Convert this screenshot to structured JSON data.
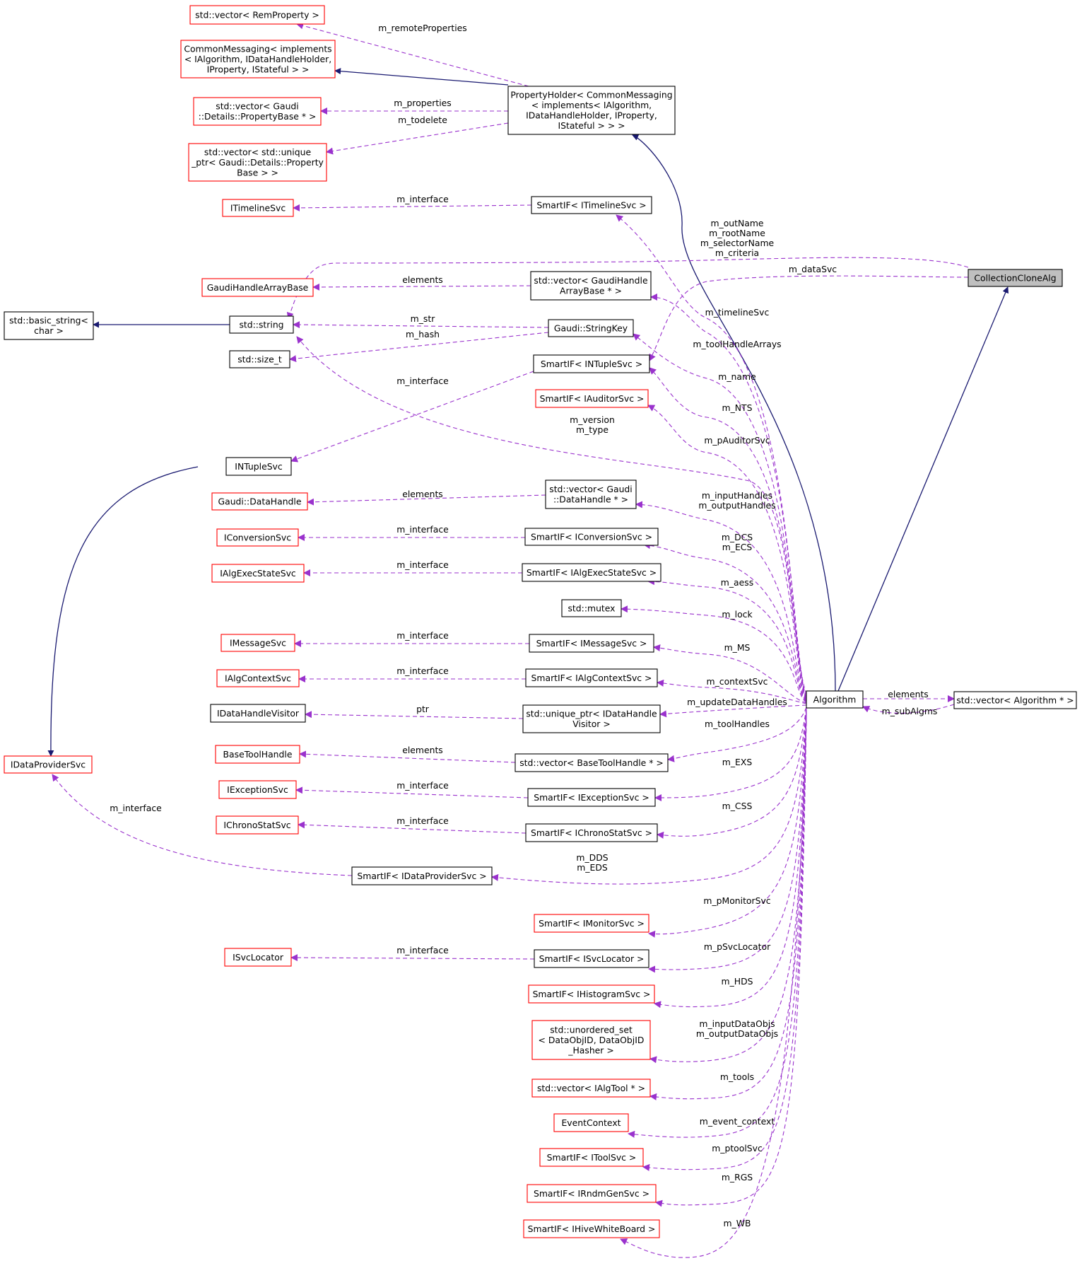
{
  "title": "",
  "colors": {
    "inheritance": "#191970",
    "usage": "#9a32cd",
    "incomplete_border": "#ff0000",
    "focus_fill": "#bfbfbf"
  },
  "nodes": [
    {
      "id": "remprop",
      "lines": [
        "std::vector< RemProperty >"
      ],
      "red": true
    },
    {
      "id": "commsg",
      "lines": [
        "CommonMessaging< implements",
        "< IAlgorithm, IDataHandleHolder,",
        "IProperty, IStateful > >"
      ],
      "red": true
    },
    {
      "id": "vecpropbase",
      "lines": [
        "std::vector< Gaudi",
        "::Details::PropertyBase * >"
      ],
      "red": true
    },
    {
      "id": "vecunique",
      "lines": [
        "std::vector< std::unique",
        "_ptr< Gaudi::Details::Property",
        "Base > >"
      ],
      "red": true
    },
    {
      "id": "itimeline",
      "lines": [
        "ITimelineSvc"
      ],
      "red": true
    },
    {
      "id": "ghab",
      "lines": [
        "GaudiHandleArrayBase"
      ],
      "red": true
    },
    {
      "id": "basicstr",
      "lines": [
        "std::basic_string<",
        "char >"
      ],
      "red": false
    },
    {
      "id": "stdstring",
      "lines": [
        "std::string"
      ],
      "red": false
    },
    {
      "id": "sizet",
      "lines": [
        "std::size_t"
      ],
      "red": false
    },
    {
      "id": "intuple",
      "lines": [
        "INTupleSvc"
      ],
      "red": false
    },
    {
      "id": "datahandle",
      "lines": [
        "Gaudi::DataHandle"
      ],
      "red": true
    },
    {
      "id": "iconv",
      "lines": [
        "IConversionSvc"
      ],
      "red": true
    },
    {
      "id": "iaes",
      "lines": [
        "IAlgExecStateSvc"
      ],
      "red": true
    },
    {
      "id": "imsg",
      "lines": [
        "IMessageSvc"
      ],
      "red": true
    },
    {
      "id": "iactx",
      "lines": [
        "IAlgContextSvc"
      ],
      "red": true
    },
    {
      "id": "idhv",
      "lines": [
        "IDataHandleVisitor"
      ],
      "red": false
    },
    {
      "id": "idps",
      "lines": [
        "IDataProviderSvc"
      ],
      "red": true
    },
    {
      "id": "bth",
      "lines": [
        "BaseToolHandle"
      ],
      "red": true
    },
    {
      "id": "iexc",
      "lines": [
        "IExceptionSvc"
      ],
      "red": true
    },
    {
      "id": "ichrono",
      "lines": [
        "IChronoStatSvc"
      ],
      "red": true
    },
    {
      "id": "isvcloc",
      "lines": [
        "ISvcLocator"
      ],
      "red": true
    },
    {
      "id": "propholder",
      "lines": [
        "PropertyHolder< CommonMessaging",
        "< implements< IAlgorithm,",
        "IDataHandleHolder, IProperty,",
        "IStateful > > >"
      ],
      "red": false
    },
    {
      "id": "sp_timeline",
      "lines": [
        "SmartIF< ITimelineSvc >"
      ],
      "red": false
    },
    {
      "id": "vec_gha",
      "lines": [
        "std::vector< GaudiHandle",
        "ArrayBase * >"
      ],
      "red": false
    },
    {
      "id": "stringkey",
      "lines": [
        "Gaudi::StringKey"
      ],
      "red": false
    },
    {
      "id": "sp_ntuple",
      "lines": [
        "SmartIF< INTupleSvc >"
      ],
      "red": false
    },
    {
      "id": "sp_auditor",
      "lines": [
        "SmartIF< IAuditorSvc >"
      ],
      "red": true
    },
    {
      "id": "vec_dh",
      "lines": [
        "std::vector< Gaudi",
        "::DataHandle * >"
      ],
      "red": false
    },
    {
      "id": "sp_conv",
      "lines": [
        "SmartIF< IConversionSvc >"
      ],
      "red": false
    },
    {
      "id": "sp_aes",
      "lines": [
        "SmartIF< IAlgExecStateSvc >"
      ],
      "red": false
    },
    {
      "id": "mutex",
      "lines": [
        "std::mutex"
      ],
      "red": false
    },
    {
      "id": "sp_msg",
      "lines": [
        "SmartIF< IMessageSvc >"
      ],
      "red": false
    },
    {
      "id": "sp_actx",
      "lines": [
        "SmartIF< IAlgContextSvc >"
      ],
      "red": false
    },
    {
      "id": "uptr_dhv",
      "lines": [
        "std::unique_ptr< IDataHandle",
        "Visitor >"
      ],
      "red": false
    },
    {
      "id": "vec_bth",
      "lines": [
        "std::vector< BaseToolHandle * >"
      ],
      "red": false
    },
    {
      "id": "sp_exc",
      "lines": [
        "SmartIF< IExceptionSvc >"
      ],
      "red": false
    },
    {
      "id": "sp_chrono",
      "lines": [
        "SmartIF< IChronoStatSvc >"
      ],
      "red": false
    },
    {
      "id": "sp_dps",
      "lines": [
        "SmartIF< IDataProviderSvc >"
      ],
      "red": false
    },
    {
      "id": "sp_monitor",
      "lines": [
        "SmartIF< IMonitorSvc >"
      ],
      "red": true
    },
    {
      "id": "sp_svcloc",
      "lines": [
        "SmartIF< ISvcLocator >"
      ],
      "red": false
    },
    {
      "id": "sp_hist",
      "lines": [
        "SmartIF< IHistogramSvc >"
      ],
      "red": true
    },
    {
      "id": "unordset",
      "lines": [
        "std::unordered_set",
        "< DataObjID, DataObjID",
        "_Hasher >"
      ],
      "red": true
    },
    {
      "id": "vec_tool",
      "lines": [
        "std::vector< IAlgTool * >"
      ],
      "red": true
    },
    {
      "id": "evctx",
      "lines": [
        "EventContext"
      ],
      "red": true
    },
    {
      "id": "sp_toolsvc",
      "lines": [
        "SmartIF< IToolSvc >"
      ],
      "red": true
    },
    {
      "id": "sp_rndm",
      "lines": [
        "SmartIF< IRndmGenSvc >"
      ],
      "red": true
    },
    {
      "id": "sp_hive",
      "lines": [
        "SmartIF< IHiveWhiteBoard >"
      ],
      "red": true
    },
    {
      "id": "algorithm",
      "lines": [
        "Algorithm"
      ],
      "red": false
    },
    {
      "id": "collclone",
      "lines": [
        "CollectionCloneAlg"
      ],
      "red": false,
      "focus": true
    },
    {
      "id": "vec_alg",
      "lines": [
        "std::vector< Algorithm * >"
      ],
      "red": false
    }
  ],
  "edges": [
    {
      "from": "basicstr",
      "to": "stdstring",
      "kind": "inheritance",
      "label": []
    },
    {
      "from": "commsg",
      "to": "propholder",
      "kind": "inheritance",
      "label": []
    },
    {
      "from": "propholder",
      "to": "algorithm",
      "kind": "inheritance",
      "label": []
    },
    {
      "from": "algorithm",
      "to": "collclone",
      "kind": "inheritance",
      "label": []
    },
    {
      "from": "idps",
      "to": "intuple",
      "kind": "inheritance",
      "label": []
    },
    {
      "from": "remprop",
      "to": "propholder",
      "kind": "usage",
      "label": [
        "m_remoteProperties"
      ]
    },
    {
      "from": "vecpropbase",
      "to": "propholder",
      "kind": "usage",
      "label": [
        "m_properties"
      ]
    },
    {
      "from": "vecunique",
      "to": "propholder",
      "kind": "usage",
      "label": [
        "m_todelete"
      ]
    },
    {
      "from": "itimeline",
      "to": "sp_timeline",
      "kind": "usage",
      "label": [
        "m_interface"
      ]
    },
    {
      "from": "stdstring",
      "to": "collclone",
      "kind": "usage",
      "label": [
        "m_outName",
        "m_rootName",
        "m_selectorName",
        "m_criteria"
      ]
    },
    {
      "from": "sp_ntuple",
      "to": "collclone",
      "kind": "usage",
      "label": [
        "m_dataSvc"
      ]
    },
    {
      "from": "ghab",
      "to": "vec_gha",
      "kind": "usage",
      "label": [
        "elements"
      ]
    },
    {
      "from": "stdstring",
      "to": "stringkey",
      "kind": "usage",
      "label": [
        "m_str"
      ]
    },
    {
      "from": "sizet",
      "to": "stringkey",
      "kind": "usage",
      "label": [
        "m_hash"
      ]
    },
    {
      "from": "intuple",
      "to": "sp_ntuple",
      "kind": "usage",
      "label": [
        "m_interface"
      ]
    },
    {
      "from": "stdstring",
      "to": "algorithm",
      "kind": "usage",
      "label": [
        "m_version",
        "m_type"
      ]
    },
    {
      "from": "sp_timeline",
      "to": "algorithm",
      "kind": "usage",
      "label": [
        "m_timelineSvc"
      ]
    },
    {
      "from": "vec_gha",
      "to": "algorithm",
      "kind": "usage",
      "label": [
        "m_toolHandleArrays"
      ]
    },
    {
      "from": "stringkey",
      "to": "algorithm",
      "kind": "usage",
      "label": [
        "m_name"
      ]
    },
    {
      "from": "sp_ntuple",
      "to": "algorithm",
      "kind": "usage",
      "label": [
        "m_NTS"
      ]
    },
    {
      "from": "sp_auditor",
      "to": "algorithm",
      "kind": "usage",
      "label": [
        "m_pAuditorSvc"
      ]
    },
    {
      "from": "datahandle",
      "to": "vec_dh",
      "kind": "usage",
      "label": [
        "elements"
      ]
    },
    {
      "from": "vec_dh",
      "to": "algorithm",
      "kind": "usage",
      "label": [
        "m_inputHandles",
        "m_outputHandles"
      ]
    },
    {
      "from": "iconv",
      "to": "sp_conv",
      "kind": "usage",
      "label": [
        "m_interface"
      ]
    },
    {
      "from": "sp_conv",
      "to": "algorithm",
      "kind": "usage",
      "label": [
        "m_DCS",
        "m_ECS"
      ]
    },
    {
      "from": "iaes",
      "to": "sp_aes",
      "kind": "usage",
      "label": [
        "m_interface"
      ]
    },
    {
      "from": "sp_aes",
      "to": "algorithm",
      "kind": "usage",
      "label": [
        "m_aess"
      ]
    },
    {
      "from": "mutex",
      "to": "algorithm",
      "kind": "usage",
      "label": [
        "m_lock"
      ]
    },
    {
      "from": "imsg",
      "to": "sp_msg",
      "kind": "usage",
      "label": [
        "m_interface"
      ]
    },
    {
      "from": "sp_msg",
      "to": "algorithm",
      "kind": "usage",
      "label": [
        "m_MS"
      ]
    },
    {
      "from": "iactx",
      "to": "sp_actx",
      "kind": "usage",
      "label": [
        "m_interface"
      ]
    },
    {
      "from": "sp_actx",
      "to": "algorithm",
      "kind": "usage",
      "label": [
        "m_contextSvc"
      ]
    },
    {
      "from": "idhv",
      "to": "uptr_dhv",
      "kind": "usage",
      "label": [
        "ptr"
      ]
    },
    {
      "from": "uptr_dhv",
      "to": "algorithm",
      "kind": "usage",
      "label": [
        "m_updateDataHandles"
      ]
    },
    {
      "from": "bth",
      "to": "vec_bth",
      "kind": "usage",
      "label": [
        "elements"
      ]
    },
    {
      "from": "vec_bth",
      "to": "algorithm",
      "kind": "usage",
      "label": [
        "m_toolHandles"
      ]
    },
    {
      "from": "iexc",
      "to": "sp_exc",
      "kind": "usage",
      "label": [
        "m_interface"
      ]
    },
    {
      "from": "sp_exc",
      "to": "algorithm",
      "kind": "usage",
      "label": [
        "m_EXS"
      ]
    },
    {
      "from": "ichrono",
      "to": "sp_chrono",
      "kind": "usage",
      "label": [
        "m_interface"
      ]
    },
    {
      "from": "sp_chrono",
      "to": "algorithm",
      "kind": "usage",
      "label": [
        "m_CSS"
      ]
    },
    {
      "from": "idps",
      "to": "sp_dps",
      "kind": "usage",
      "label": [
        "m_interface"
      ]
    },
    {
      "from": "sp_dps",
      "to": "algorithm",
      "kind": "usage",
      "label": [
        "m_DDS",
        "m_EDS"
      ]
    },
    {
      "from": "sp_monitor",
      "to": "algorithm",
      "kind": "usage",
      "label": [
        "m_pMonitorSvc"
      ]
    },
    {
      "from": "isvcloc",
      "to": "sp_svcloc",
      "kind": "usage",
      "label": [
        "m_interface"
      ]
    },
    {
      "from": "sp_svcloc",
      "to": "algorithm",
      "kind": "usage",
      "label": [
        "m_pSvcLocator"
      ]
    },
    {
      "from": "sp_hist",
      "to": "algorithm",
      "kind": "usage",
      "label": [
        "m_HDS"
      ]
    },
    {
      "from": "unordset",
      "to": "algorithm",
      "kind": "usage",
      "label": [
        "m_inputDataObjs",
        "m_outputDataObjs"
      ]
    },
    {
      "from": "vec_tool",
      "to": "algorithm",
      "kind": "usage",
      "label": [
        "m_tools"
      ]
    },
    {
      "from": "evctx",
      "to": "algorithm",
      "kind": "usage",
      "label": [
        "m_event_context"
      ]
    },
    {
      "from": "sp_toolsvc",
      "to": "algorithm",
      "kind": "usage",
      "label": [
        "m_ptoolSvc"
      ]
    },
    {
      "from": "sp_rndm",
      "to": "algorithm",
      "kind": "usage",
      "label": [
        "m_RGS"
      ]
    },
    {
      "from": "sp_hive",
      "to": "algorithm",
      "kind": "usage",
      "label": [
        "m_WB"
      ]
    },
    {
      "from": "algorithm",
      "to": "vec_alg",
      "kind": "usage",
      "label": [
        "elements"
      ]
    },
    {
      "from": "vec_alg",
      "to": "algorithm",
      "kind": "usage",
      "label": [
        "m_subAlgms"
      ]
    }
  ]
}
